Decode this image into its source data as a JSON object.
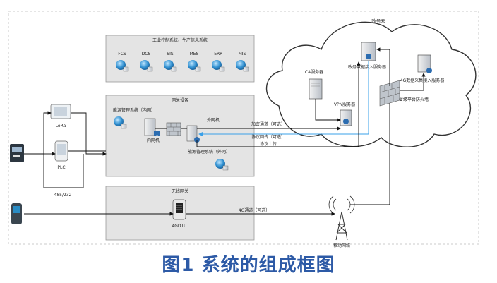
{
  "diagram": {
    "cloud_label": "政务云",
    "groups": {
      "industrial": "工业控制系统、生产信息系统",
      "gateway_device": "网关设备",
      "wireless_gateway": "无线网关"
    },
    "industrial_systems": [
      "FCS",
      "DCS",
      "SIS",
      "MES",
      "ERP",
      "MIS"
    ],
    "nodes": {
      "lora": "LoRa",
      "plc": "PLC",
      "rs485": "485/232",
      "energy_mgmt_internal": "能源管理系统（内网）",
      "intranet_machine": "内网机",
      "extranet_machine": "外网机",
      "energy_mgmt_external": "能源管理系统（外网）",
      "dtu_4g": "4GDTU",
      "tower": "移动网络",
      "ca_server": "CA服务器",
      "vpn_server": "VPN服务器",
      "reporting_server": "政务数据接入服务器",
      "data_4g_server": "4G数据采集接入服务器",
      "firewall_cloud": "省级平台防火墙"
    },
    "connections": {
      "encrypted_channel": "加密通道（可选）",
      "protocol_return": "协议回传（可选）",
      "protocol_upload": "协议上传",
      "channel_4g": "4G通道（可选）"
    }
  },
  "caption": "图1 系统的组成框图"
}
